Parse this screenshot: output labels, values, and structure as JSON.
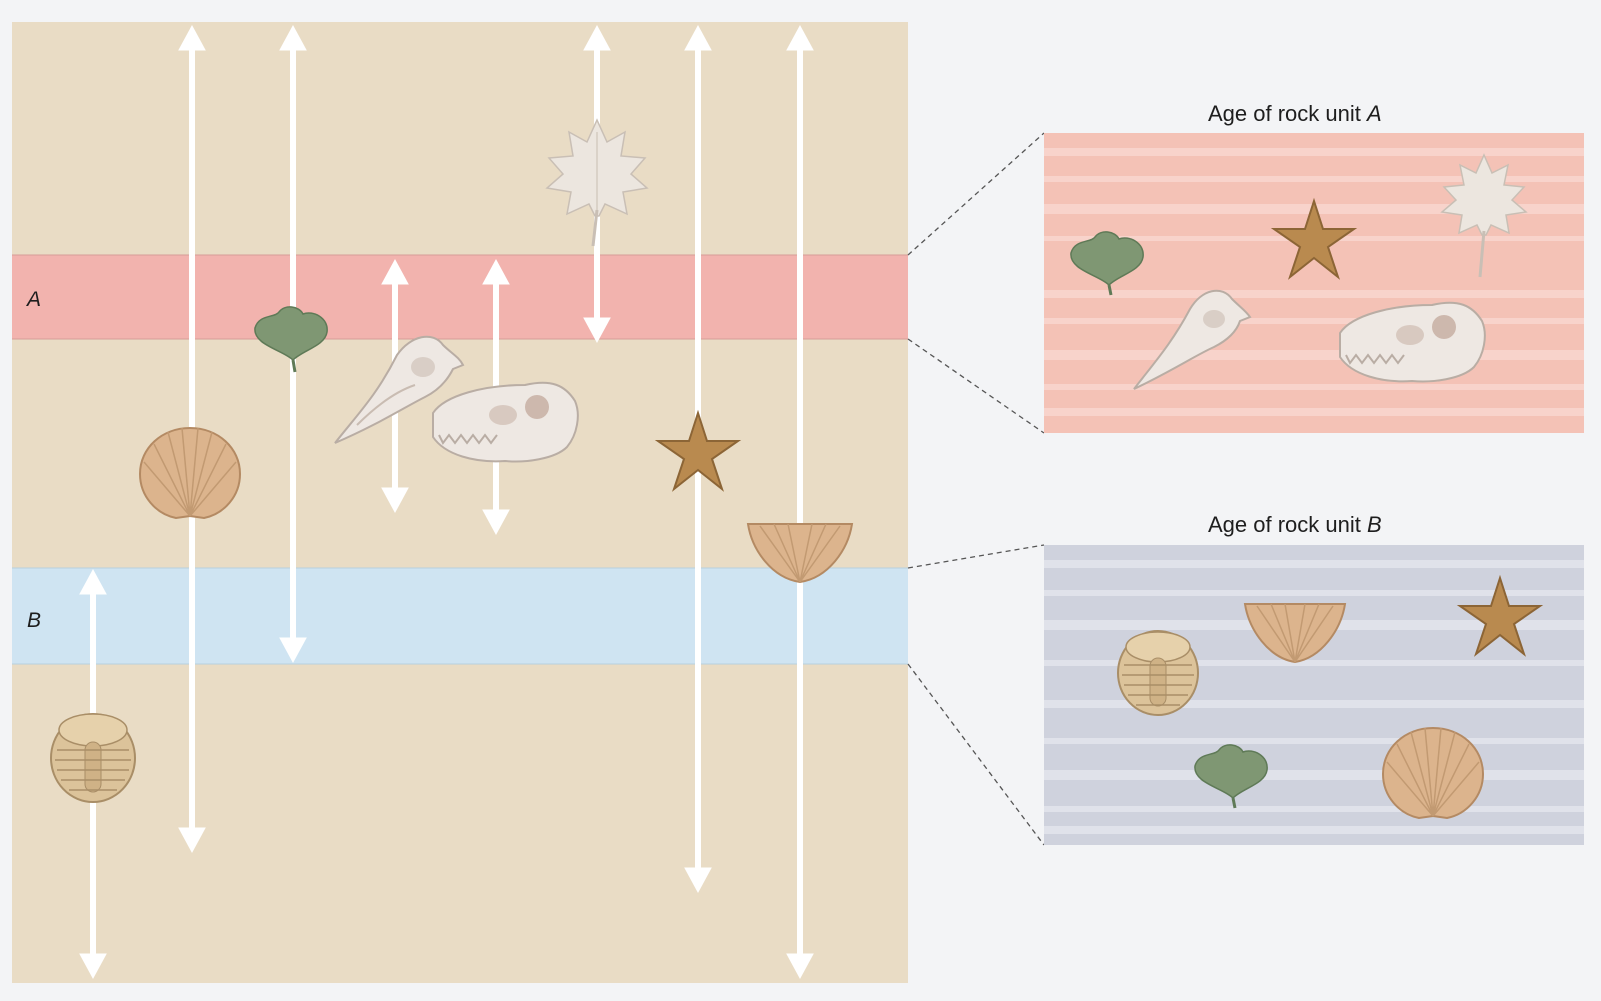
{
  "colors": {
    "background": "#f3f4f6",
    "sediment": "#e9dcc5",
    "rock_unit_a": "#f2b3ae",
    "rock_unit_b": "#cfe4f2",
    "panel_a": "#f4c2b6",
    "panel_b": "#cfd2dd",
    "arrow": "#ffffff",
    "shell": "#dcb48d",
    "leaf": "#ece6df",
    "ginkgo": "#7f9773",
    "starfish": "#b98a4f",
    "skull": "#eee8e3",
    "trilobite": "#dcc39a"
  },
  "layers": [
    {
      "id": "A",
      "label": "A"
    },
    {
      "id": "B",
      "label": "B"
    }
  ],
  "panels": {
    "a": {
      "title_prefix": "Age of rock unit ",
      "title_unit": "A",
      "fossils": [
        "ginkgo-icon",
        "starfish-icon",
        "leaf-icon",
        "bird-skull-icon",
        "dinosaur-skull-icon"
      ]
    },
    "b": {
      "title_prefix": "Age of rock unit ",
      "title_unit": "B",
      "fossils": [
        "trilobite-icon",
        "brachiopod-icon",
        "starfish-icon",
        "ginkgo-icon",
        "scallop-icon"
      ]
    }
  },
  "fossil_ranges": [
    {
      "fossil": "trilobite"
    },
    {
      "fossil": "scallop"
    },
    {
      "fossil": "ginkgo"
    },
    {
      "fossil": "bird-skull"
    },
    {
      "fossil": "dinosaur-skull"
    },
    {
      "fossil": "leaf"
    },
    {
      "fossil": "starfish"
    },
    {
      "fossil": "brachiopod"
    }
  ]
}
